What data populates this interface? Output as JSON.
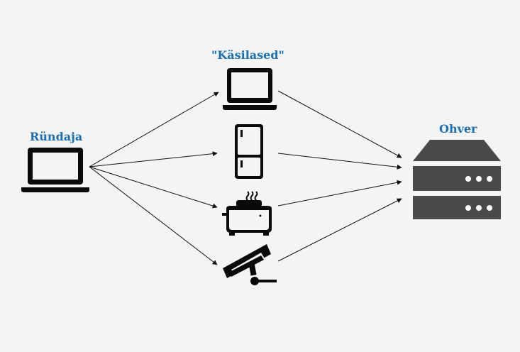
{
  "labels": {
    "attacker": "Ründaja",
    "helpers": "\"Käsilased\"",
    "victim": "Ohver"
  },
  "nodes": {
    "attacker": {
      "icon": "laptop-icon"
    },
    "helpers": [
      {
        "icon": "laptop-icon"
      },
      {
        "icon": "fridge-icon"
      },
      {
        "icon": "toaster-icon"
      },
      {
        "icon": "security-camera-icon"
      }
    ],
    "victim": {
      "icon": "server-icon"
    }
  },
  "colors": {
    "label": "#1a6fb5",
    "icon": "#0a0a0a",
    "server": "#4a4a4a",
    "arrow": "#111111",
    "background": "#f4f4f4"
  }
}
